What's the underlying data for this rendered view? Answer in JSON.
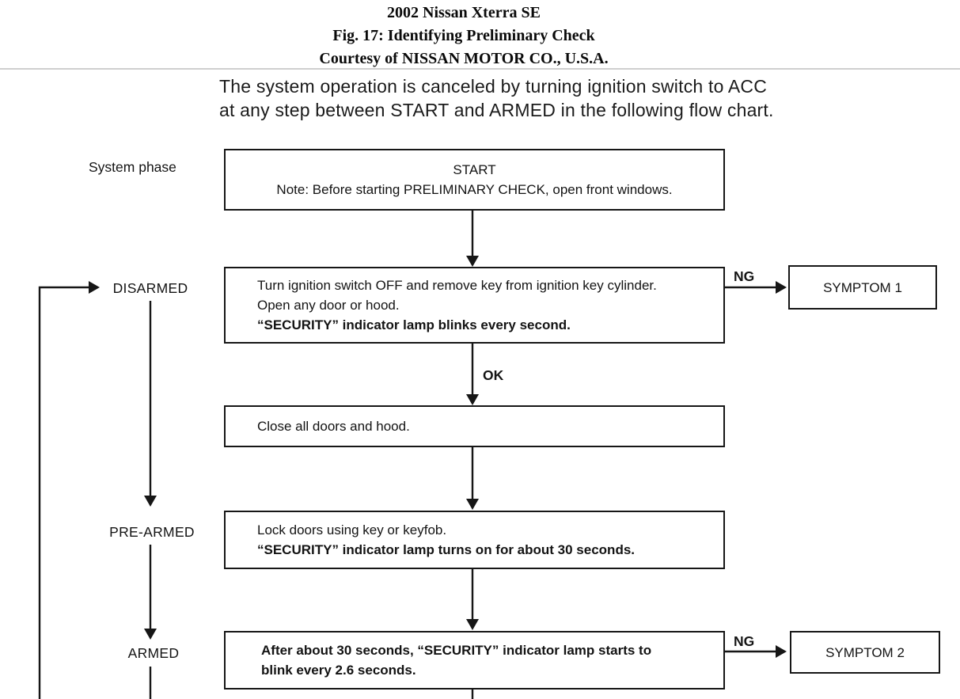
{
  "header": {
    "line1": "2002 Nissan Xterra SE",
    "line2": "Fig. 17: Identifying Preliminary Check",
    "line3": "Courtesy of NISSAN MOTOR CO., U.S.A."
  },
  "intro": {
    "line1": "The system operation is canceled by turning ignition switch to ACC",
    "line2": "at any step between START and ARMED in the following flow chart."
  },
  "labels": {
    "system_phase": "System phase",
    "disarmed": "DISARMED",
    "pre_armed": "PRE-ARMED",
    "armed": "ARMED",
    "ok": "OK",
    "ng_top": "NG",
    "ng_bottom": "NG"
  },
  "flowchart": {
    "start_box": {
      "title": "START",
      "note": "Note: Before starting PRELIMINARY CHECK, open front windows."
    },
    "disarmed_box": {
      "line1": "Turn ignition switch OFF and remove key from ignition key cylinder.",
      "line2": "Open any door or hood.",
      "line3": "“SECURITY” indicator lamp blinks every second."
    },
    "close_box": {
      "line1": "Close all doors and hood."
    },
    "pre_armed_box": {
      "line1": "Lock doors using key or keyfob.",
      "line2": "“SECURITY” indicator lamp turns on for about 30 seconds."
    },
    "armed_box": {
      "line1": "After about 30 seconds, “SECURITY” indicator lamp starts to",
      "line2": "blink every 2.6 seconds."
    },
    "symptom1_box": {
      "label": "SYMPTOM 1"
    },
    "symptom2_box": {
      "label": "SYMPTOM 2"
    }
  },
  "colors": {
    "ink": "#161616",
    "rule": "#cfcfcf",
    "background": "#ffffff"
  }
}
